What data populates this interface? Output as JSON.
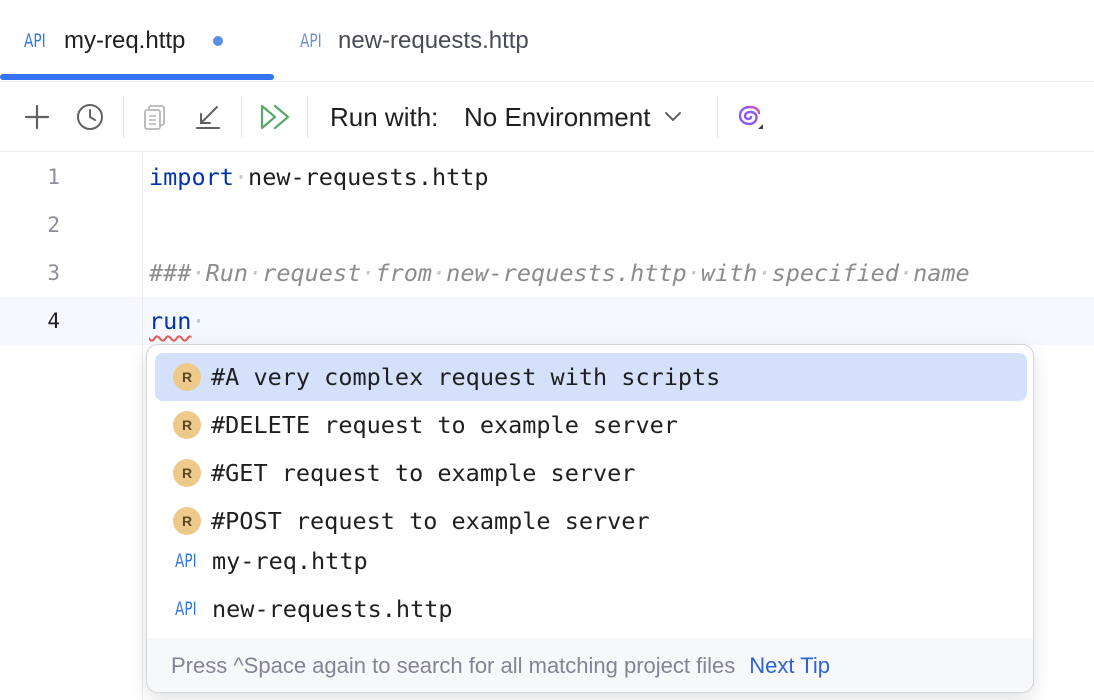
{
  "tabs": [
    {
      "icon_text": "API",
      "label": "my-req.http",
      "active": true,
      "modified": true
    },
    {
      "icon_text": "API",
      "label": "new-requests.http",
      "active": false,
      "modified": false
    }
  ],
  "toolbar": {
    "icons": [
      "add-icon",
      "history-icon",
      "copy-icon",
      "import-icon",
      "run-all-icon",
      "ai-assistant-icon"
    ],
    "run_with_label": "Run with:",
    "environment_value": "No Environment"
  },
  "editor": {
    "lines": [
      {
        "number": "1",
        "keyword": "import",
        "rest": "new-requests.http"
      },
      {
        "number": "2"
      },
      {
        "number": "3",
        "comment": "### Run request from new-requests.http with specified name"
      },
      {
        "number": "4",
        "keyword": "run"
      }
    ]
  },
  "completion": {
    "items": [
      {
        "type": "R",
        "label": "#A very complex request with scripts",
        "selected": true
      },
      {
        "type": "R",
        "label": "#DELETE request to example server"
      },
      {
        "type": "R",
        "label": "#GET request to example server"
      },
      {
        "type": "R",
        "label": "#POST request to example server"
      },
      {
        "type": "API",
        "label": "my-req.http"
      },
      {
        "type": "API",
        "label": "new-requests.http"
      }
    ],
    "footer_hint": "Press ^Space again to search for all matching project files",
    "footer_link": "Next Tip"
  },
  "colors": {
    "accent": "#3574f0",
    "keyword": "#0033b3",
    "comment": "#8c8c8c",
    "selection": "#d5e1fb",
    "badge": "#edc98a",
    "run_green": "#59a869"
  }
}
